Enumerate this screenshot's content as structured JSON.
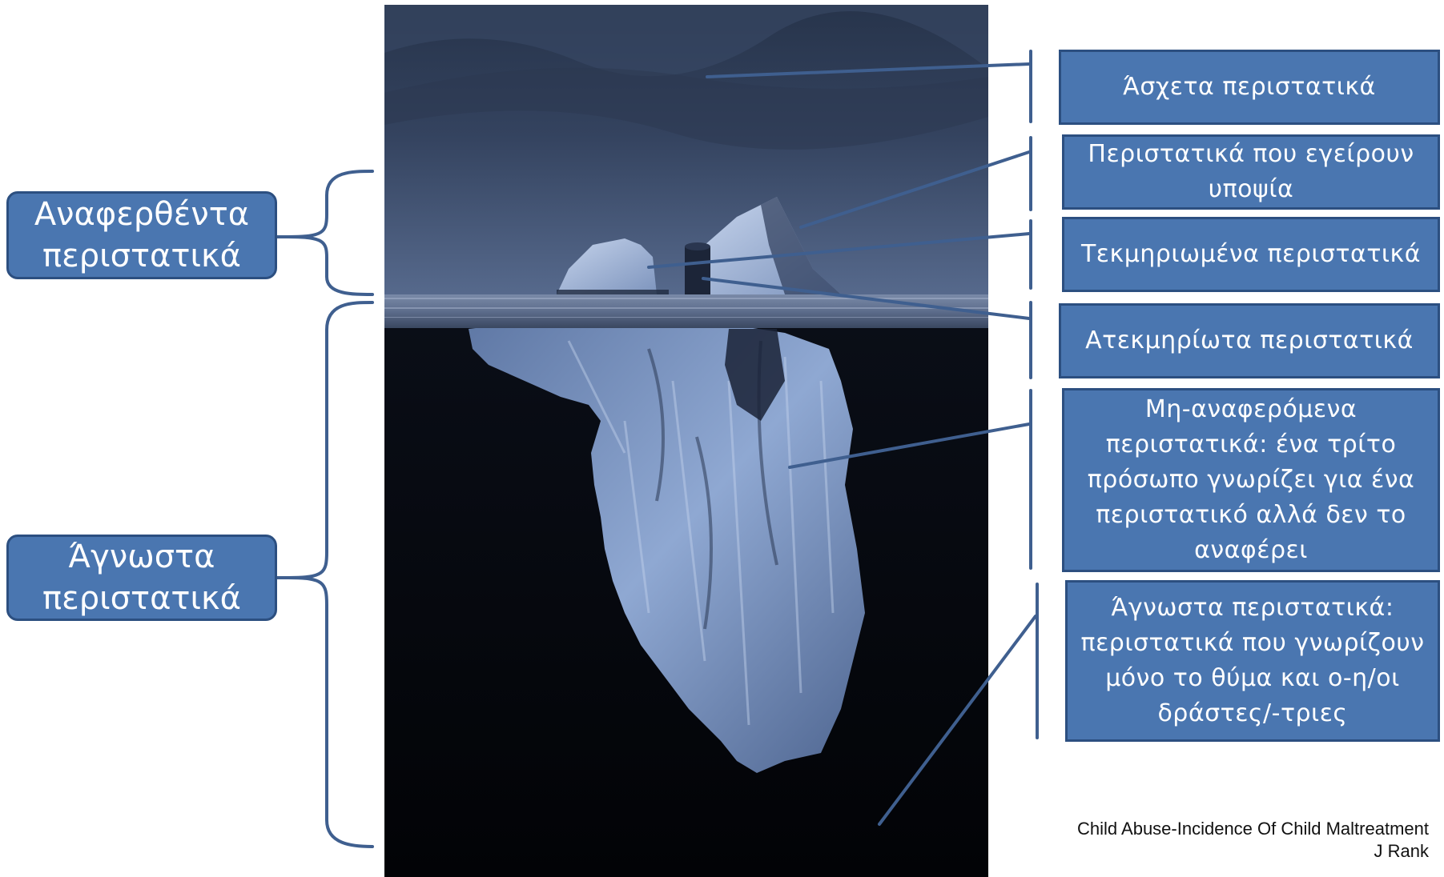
{
  "left_labels": {
    "reported": "Αναφερθέντα\nπεριστατικά",
    "unknown": "Άγνωστα\nπεριστατικά"
  },
  "right_labels": [
    "Άσχετα περιστατικά",
    "Περιστατικά που εγείρουν\nυποψία",
    "Τεκμηριωμένα περιστατικά",
    "Ατεκμηρίωτα περιστατικά",
    "Μη-αναφερόμενα\nπεριστατικά: ένα τρίτο\nπρόσωπο γνωρίζει για ένα\nπεριστατικό αλλά δεν το\nαναφέρει",
    "Άγνωστα περιστατικά:\nπεριστατικά που γνωρίζουν\nμόνο το θύμα και ο-η/οι\nδράστες/-τριες"
  ],
  "citation": {
    "line1": "Child Abuse-Incidence Of Child Maltreatment",
    "line2": "J Rank"
  },
  "colors": {
    "label_fill": "#4a76b0",
    "label_border": "#2c4f80",
    "connector": "#3f5f8f",
    "sky": "#34435e",
    "water": "#05070d",
    "ice": "#8aa2cc"
  }
}
